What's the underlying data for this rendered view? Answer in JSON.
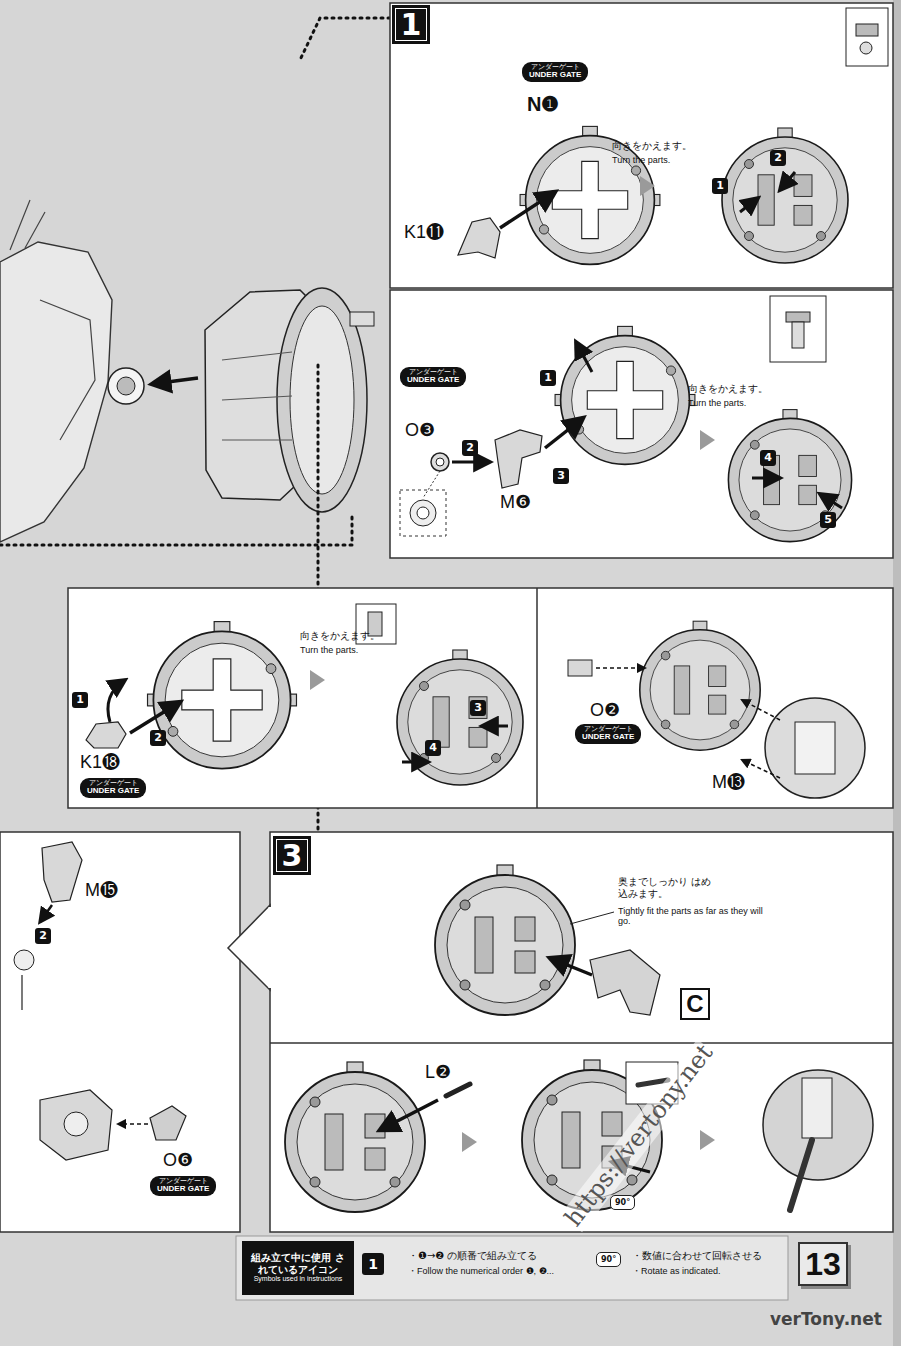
{
  "diagram": {
    "nodes": [
      {
        "text": [
          "1"
        ]
      },
      {
        "text": [
          "アンダーゲート",
          "UNDER GATE"
        ]
      },
      {
        "text": [
          "アンダーゲート",
          "UNDER GATE"
        ]
      },
      {
        "text": [
          "アンダーゲート",
          "UNDER GATE"
        ]
      },
      {
        "text": [
          "アンダーゲート",
          "UNDER GATE"
        ]
      },
      {
        "text": [
          "3"
        ]
      },
      {
        "text": [
          "C"
        ]
      },
      {
        "text": [
          "アンダーゲート",
          "UNDER GATE"
        ]
      },
      {
        "text": [
          "組み立て中に使用 されているアイコン",
          "Symbols used in instructions"
        ]
      },
      {
        "text": [
          "13"
        ]
      }
    ],
    "labels": [
      "N❶",
      "向きをかえます。",
      "Turn the parts.",
      "K1⓫",
      "1",
      "2",
      "1",
      "O❸",
      "2",
      "3",
      "M❻",
      "向きをかえます。",
      "Turn the parts.",
      "4",
      "5",
      "1",
      "2",
      "K1⓲",
      "向きをかえます。",
      "Turn the parts.",
      "3",
      "4",
      "O❷",
      "M⓭",
      "奥までしっかり はめ込みます。",
      "Tightly fit the parts as far as they will go.",
      "L❷",
      "90°",
      "M⓯",
      "2",
      "O❻",
      "1",
      "・❶→❷ の順番で組み立てる",
      "・Follow the numerical order ❶, ❷...",
      "90°",
      "・数値に合わせて回転させる",
      "・Rotate as indicated.",
      "https://vertony.net",
      "verTony.net"
    ]
  }
}
